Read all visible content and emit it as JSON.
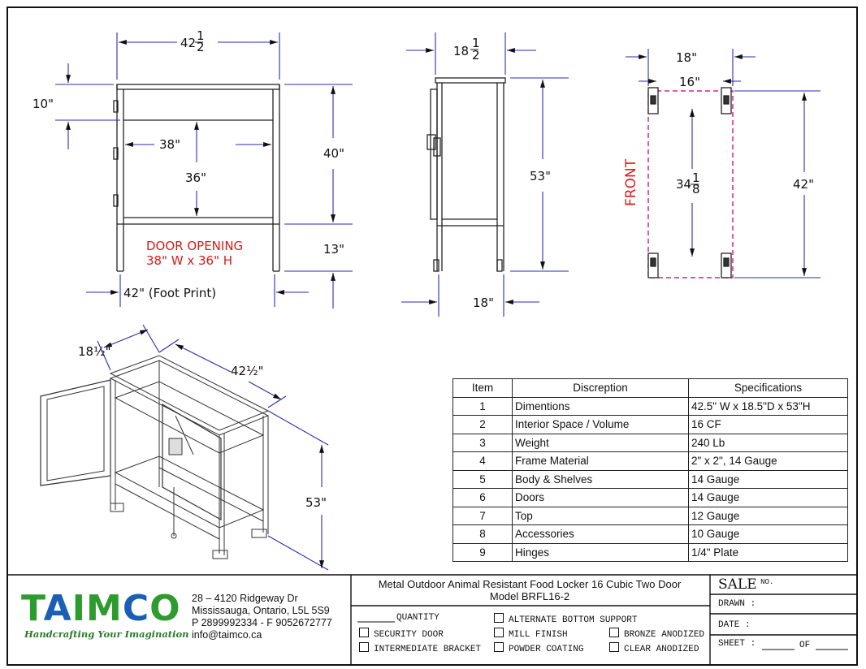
{
  "front_view": {
    "width_top": "42",
    "width_top_frac": "1",
    "width_top_den": "2",
    "top_height": "10\"",
    "opening_width": "38\"",
    "opening_height": "36\"",
    "total_height": "40\"",
    "leg_height": "13\"",
    "door_opening_line1": "DOOR OPENING",
    "door_opening_line2": "38\" W x 36\" H",
    "footprint": "42\" (Foot Print)"
  },
  "side_view": {
    "depth_top": "18",
    "depth_top_frac": "1",
    "depth_top_den": "2",
    "height": "53\"",
    "depth_bottom": "18\""
  },
  "plan_view": {
    "outer_width": "18\"",
    "inner_width": "16\"",
    "front_label": "FRONT",
    "inner_length": "34",
    "inner_length_frac": "1",
    "inner_length_den": "8",
    "outer_length": "42\""
  },
  "iso_view": {
    "depth": "18½\"",
    "width": "42½\"",
    "height": "53\""
  },
  "spec_table": {
    "headers": [
      "Item",
      "Discreption",
      "Specifications"
    ],
    "rows": [
      [
        "1",
        "Dimentions",
        "42.5\" W x 18.5\"D x 53\"H"
      ],
      [
        "2",
        "Interior Space / Volume",
        "16 CF"
      ],
      [
        "3",
        "Weight",
        "240 Lb"
      ],
      [
        "4",
        "Frame Material",
        "2\" x 2\", 14 Gauge"
      ],
      [
        "5",
        "Body & Shelves",
        "14 Gauge"
      ],
      [
        "6",
        "Doors",
        "14 Gauge"
      ],
      [
        "7",
        "Top",
        "12 Gauge"
      ],
      [
        "8",
        "Accessories",
        "10 Gauge"
      ],
      [
        "9",
        "Hinges",
        "1/4\" Plate"
      ]
    ]
  },
  "company": {
    "logo_text": "TAIMCO",
    "tagline": "Handcrafting Your Imagination",
    "address1": "28 – 4120 Ridgeway Dr",
    "address2": "Mississauga, Ontario, L5L 5S9",
    "phone": "P 2899992334 - F 9052672777",
    "email": "info@taimco.ca",
    "colors": {
      "logo_blue": "#1a5fb4",
      "logo_green": "#2e9b2e"
    }
  },
  "title_block": {
    "title_line1": "Metal Outdoor Animal Resistant Food Locker 16 Cubic Two Door",
    "title_line2": "Model BRFL16-2",
    "quantity": "QUANTITY",
    "options_col1": [
      "SECURITY DOOR",
      "INTERMEDIATE BRACKET"
    ],
    "options_col2": [
      "ALTERNATE BOTTOM SUPPORT",
      "MILL FINISH",
      "POWDER COATING"
    ],
    "options_col3": [
      "BRONZE ANODIZED",
      "CLEAR ANODIZED"
    ],
    "sale": "SALE",
    "sale_no": "NO.",
    "drawn": "DRAWN :",
    "date": "DATE :",
    "sheet": "SHEET :",
    "of": "OF"
  }
}
